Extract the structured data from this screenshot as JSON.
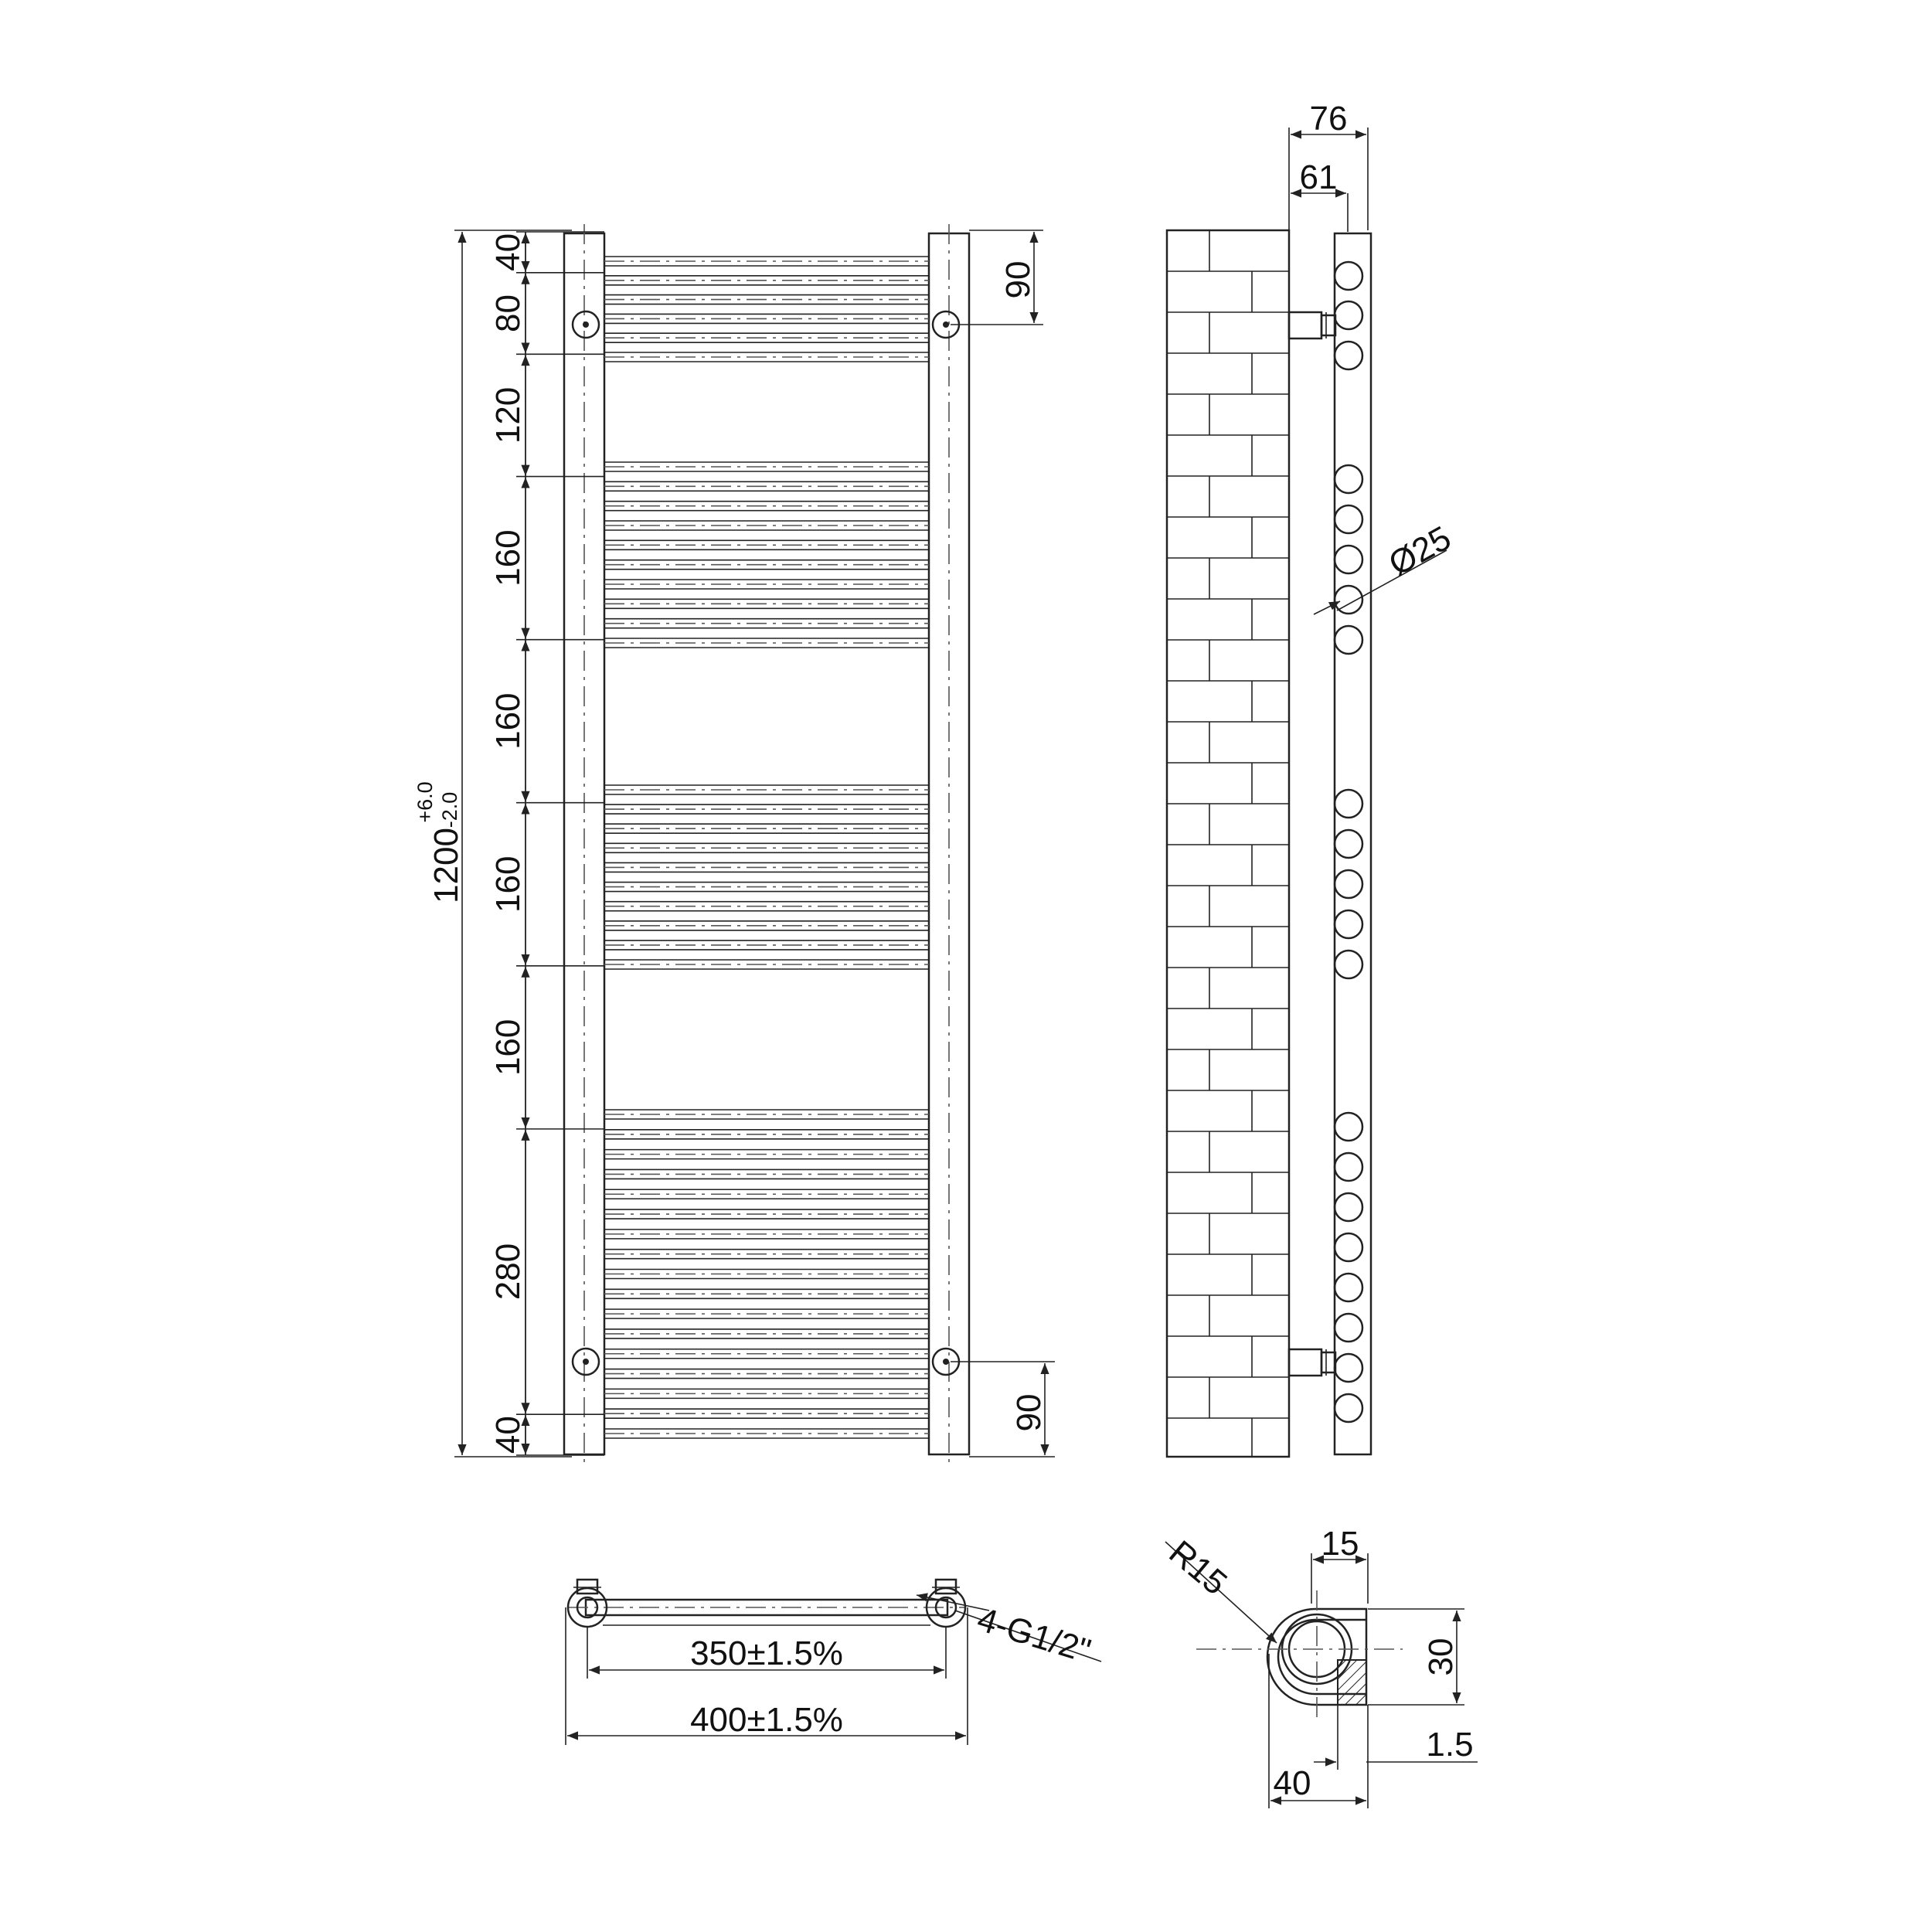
{
  "drawing": {
    "front_view": {
      "overall_height": "1200",
      "height_tolerance_upper": "+6.0",
      "height_tolerance_lower": "-2.0",
      "segments": [
        "40",
        "80",
        "120",
        "160",
        "160",
        "160",
        "160",
        "280",
        "40"
      ],
      "top_bracket_offset": "90",
      "bottom_bracket_offset": "90"
    },
    "side_view": {
      "total_depth": "76",
      "wall_offset": "61",
      "tube_diameter": "Ø25"
    },
    "top_view": {
      "connections": "4-G1/2\"",
      "center_distance": "350±1.5%",
      "overall_width": "400±1.5%"
    },
    "section_view": {
      "radius": "R15",
      "lip": "15",
      "height": "30",
      "width": "40",
      "wall_thickness": "1.5"
    }
  }
}
